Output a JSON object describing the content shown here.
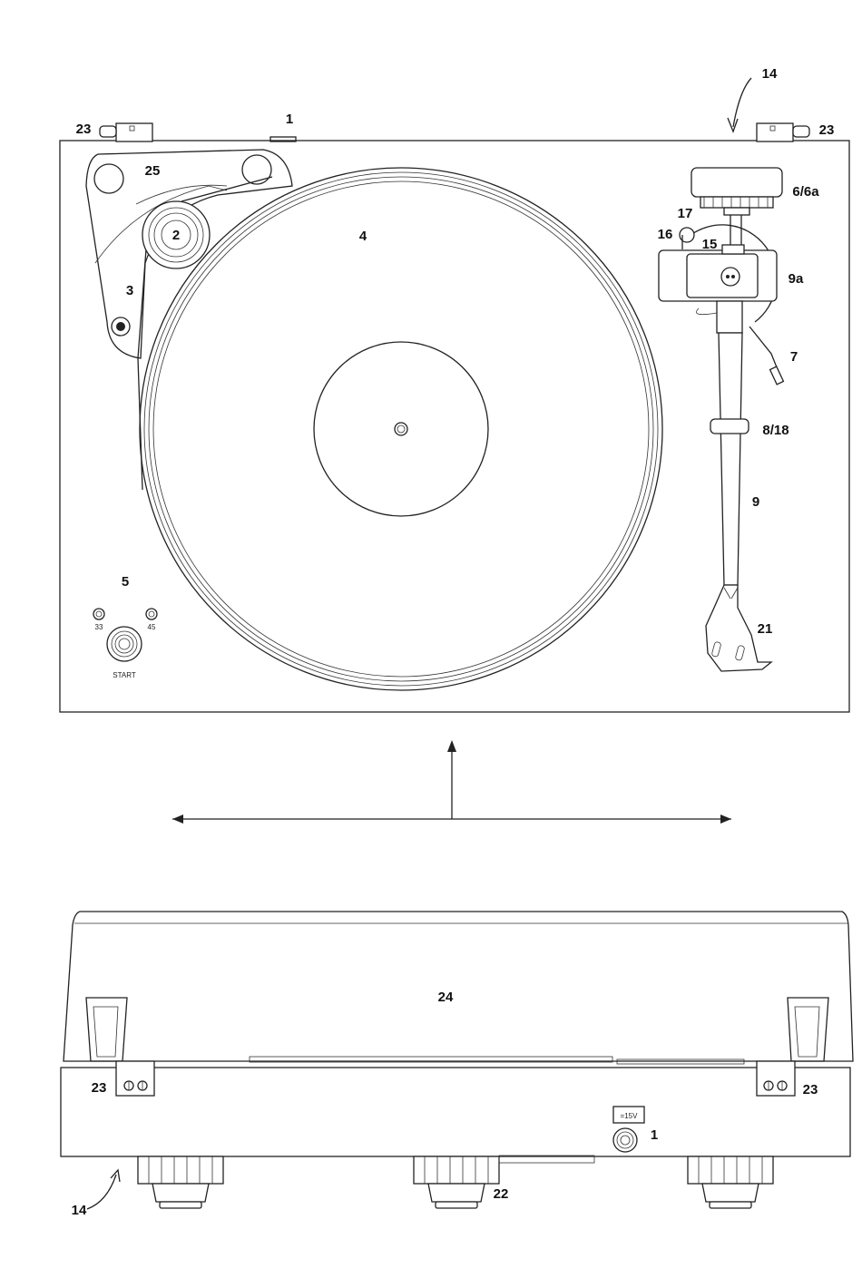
{
  "labels": {
    "power_top": "1",
    "power_back": "1",
    "motor_pulley": "2",
    "belt": "3",
    "platter": "4",
    "speed_control": "5",
    "counterweight": "6/6a",
    "headshell_cable": "7",
    "armlift_rest": "8/18",
    "tonearm": "9",
    "antiskating_weight": "9a",
    "transport_arrow_top": "14",
    "transport_arrow_back": "14",
    "vta_screw": "15",
    "antiskating_pin": "16",
    "azimuth": "17",
    "headshell": "21",
    "feet": "22",
    "hinge_left_top": "23",
    "hinge_right_top": "23",
    "hinge_left_back": "23",
    "hinge_right_back": "23",
    "dust_cover": "24",
    "motor_board": "25"
  },
  "controls": {
    "speed_33": "33",
    "speed_45": "45",
    "start": "START",
    "voltage": "=15V"
  }
}
